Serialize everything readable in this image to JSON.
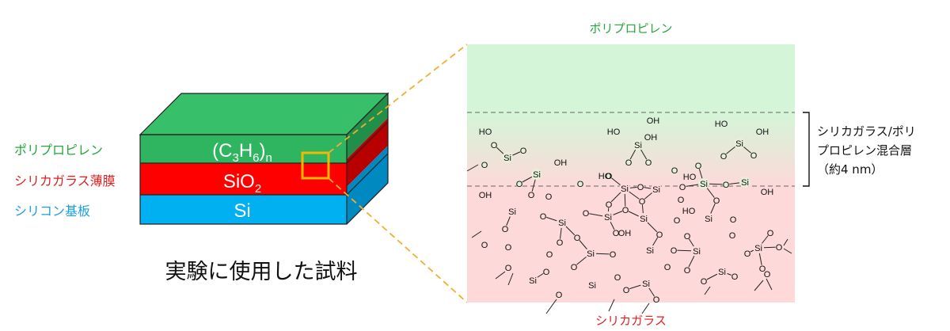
{
  "left": {
    "labels": {
      "polypropylene": "ポリプロピレン",
      "silica_film": "シリカガラス薄膜",
      "silicon_substrate": "シリコン基板"
    },
    "layers": {
      "top": {
        "text": "(C",
        "sub3": "3",
        "h": "H",
        "sub6": "6",
        "close": ")",
        "subn": "n"
      },
      "middle": {
        "text": "SiO",
        "sub2": "2"
      },
      "bottom": {
        "text": "Si"
      }
    },
    "caption": "実験に使用した試料"
  },
  "right": {
    "top_label": "ポリプロピレン",
    "bottom_label": "シリカガラス",
    "bracket_label": [
      "シリカガラス/ポリ",
      "プロピレン混合層",
      "（約4 nm）"
    ],
    "atom_si": "Si",
    "atom_o": "O",
    "group_oh": "OH",
    "group_ho": "HO"
  },
  "colors": {
    "green_label": "#22a838",
    "red_label": "#e01e1e",
    "blue_label": "#1aa0e0",
    "top_green": "#38bf6a",
    "front_green": "#2fb45f",
    "side_green": "#1f8f49",
    "top_red": "#e00000",
    "front_red": "#ff0000",
    "side_red": "#b80000",
    "front_blue": "#00b0f0",
    "side_blue": "#0088c0",
    "highlight": "#f5b800",
    "zone_green": "#d4f5d8",
    "zone_red": "#fdd9d9",
    "dashed": "#f0b030"
  }
}
